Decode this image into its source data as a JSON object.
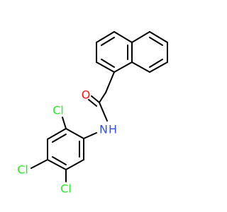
{
  "molecule": {
    "atoms": {
      "oxygen": "O",
      "nitrogen": "N",
      "hydrogen": "H",
      "chlorine_1": "Cl",
      "chlorine_2": "Cl",
      "chlorine_3": "Cl"
    },
    "colors": {
      "bond": "#000000",
      "oxygen": "#ff0d0d",
      "nitrogen": "#3050f8",
      "chlorine": "#1ff01f"
    }
  }
}
